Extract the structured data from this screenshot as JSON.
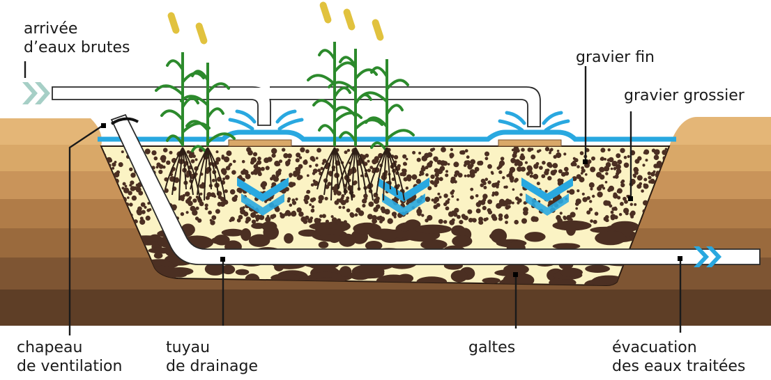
{
  "labels": {
    "inlet": [
      "arrivée",
      "d’eaux brutes"
    ],
    "fine_gravel": "gravier fin",
    "coarse_gravel": "gravier grossier",
    "vent_cap": [
      "chapeau",
      "de ventilation"
    ],
    "drain_pipe": [
      "tuyau",
      "de drainage"
    ],
    "pebbles": "galtes",
    "outlet": [
      "évacuation",
      "des eaux traitées"
    ]
  },
  "colors": {
    "water": "#29a8e0",
    "arrow_inlet": "#a6cfc6",
    "gravel_bed": "#fbf3c4",
    "gravel_dots": "#4b2f22",
    "plants": "#2c8a2c",
    "reed_heads": "#e1c23e",
    "roots": "#2e1f16"
  }
}
